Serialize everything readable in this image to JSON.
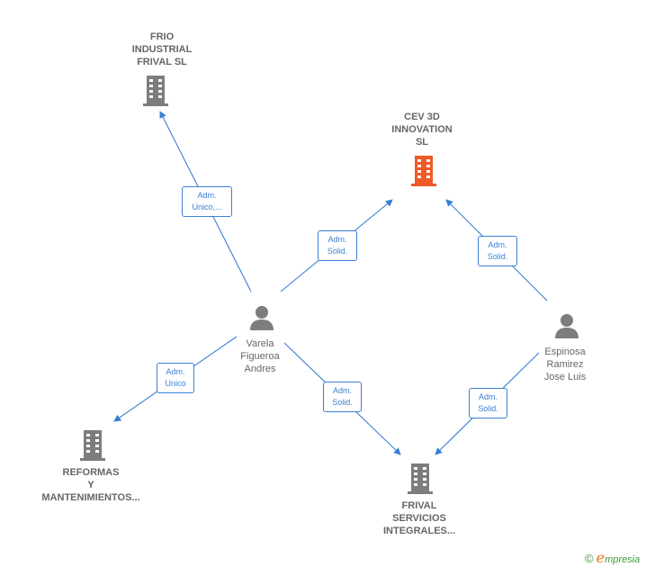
{
  "colors": {
    "edge": "#3a7fd5",
    "company_gray": "#7d7d7d",
    "company_highlight": "#f05a28",
    "person_gray": "#7d7d7d",
    "text": "#666666"
  },
  "nodes": {
    "frio": {
      "lines": [
        "FRIO",
        "INDUSTRIAL",
        "FRIVAL SL"
      ],
      "icon": "building-icon"
    },
    "cev": {
      "lines": [
        "CEV 3D",
        "INNOVATION",
        "SL"
      ],
      "icon": "building-icon"
    },
    "varela": {
      "lines": [
        "Varela",
        "Figueroa",
        "Andres"
      ],
      "icon": "person-icon"
    },
    "espinosa": {
      "lines": [
        "Espinosa",
        "Ramirez",
        "Jose Luis"
      ],
      "icon": "person-icon"
    },
    "reformas": {
      "lines": [
        "REFORMAS",
        "Y",
        "MANTENIMIENTOS..."
      ],
      "icon": "building-icon"
    },
    "frival_servicios": {
      "lines": [
        "FRIVAL",
        "SERVICIOS",
        "INTEGRALES..."
      ],
      "icon": "building-icon"
    }
  },
  "edges": {
    "varela_frio": [
      "Adm.",
      "Unico,..."
    ],
    "varela_cev": [
      "Adm.",
      "Solid."
    ],
    "espinosa_cev": [
      "Adm.",
      "Solid."
    ],
    "varela_reformas": [
      "Adm.",
      "Unico"
    ],
    "varela_frival": [
      "Adm.",
      "Solid."
    ],
    "espinosa_frival": [
      "Adm.",
      "Solid."
    ]
  },
  "footer": {
    "copyright": "©",
    "brand_initial": "e",
    "brand_rest": "mpresia"
  }
}
